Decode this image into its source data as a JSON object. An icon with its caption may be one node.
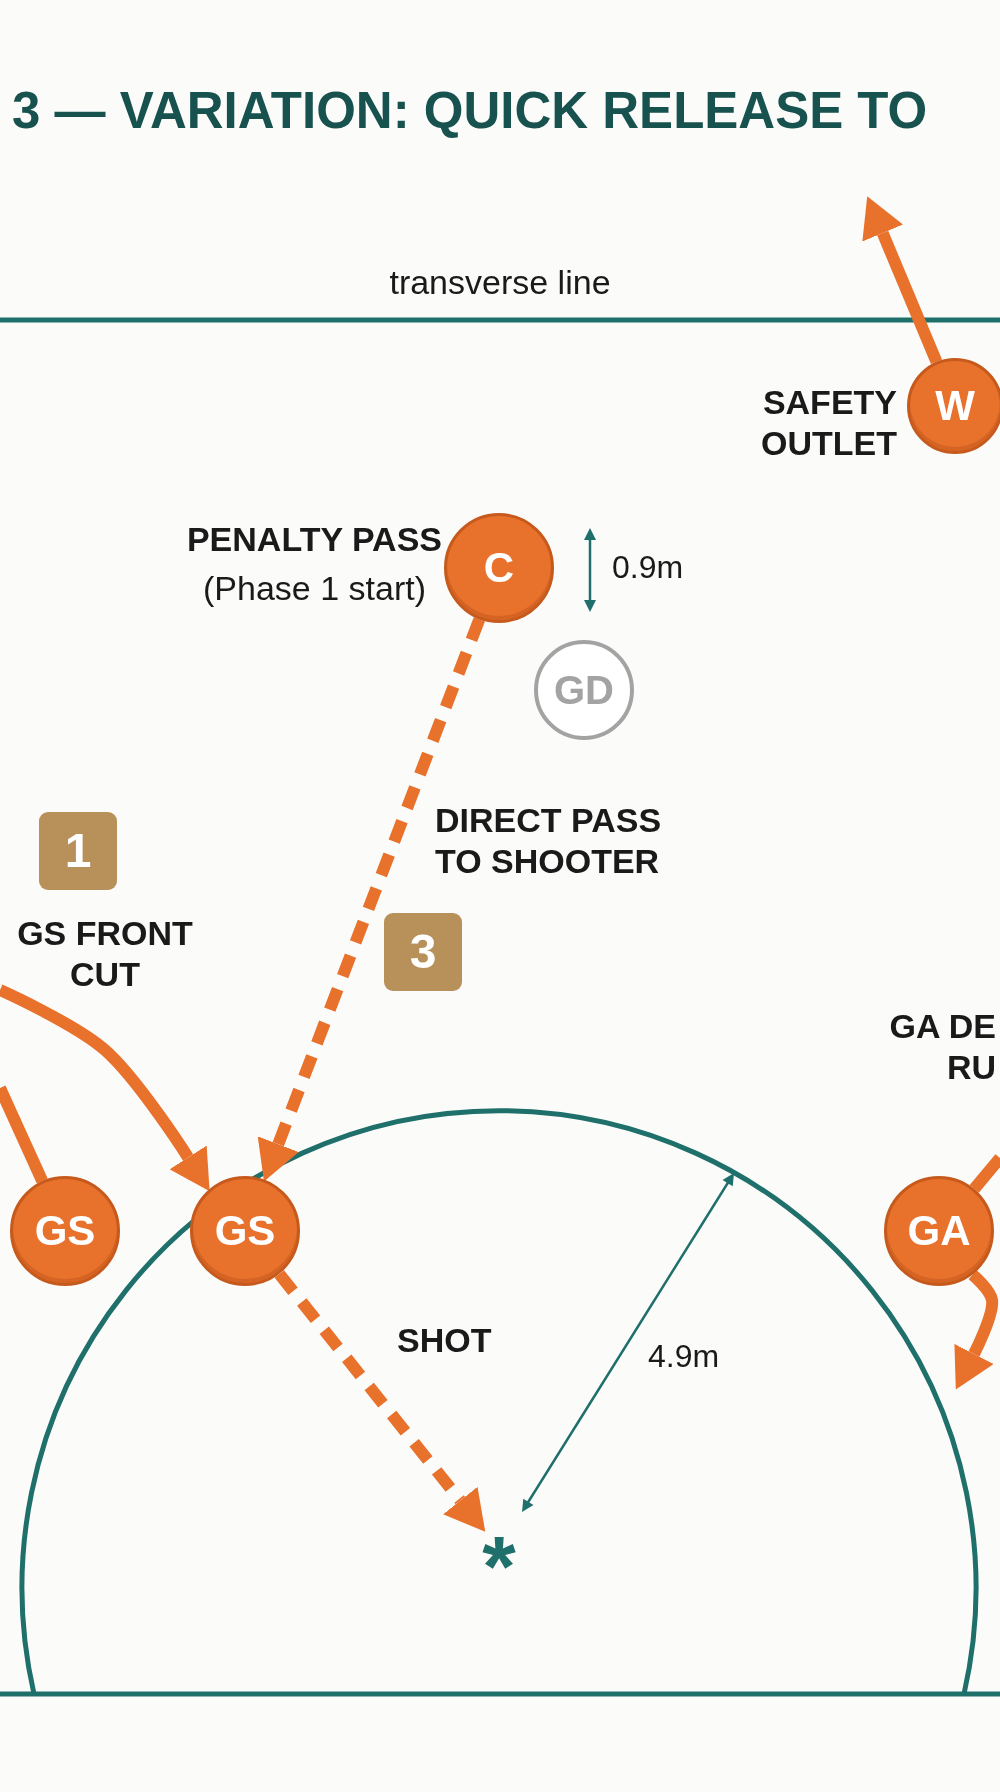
{
  "diagram": {
    "title": "3 — VARIATION: QUICK RELEASE TO",
    "nodes": [
      {
        "text": [
          "W"
        ],
        "beside": [
          "SAFETY OUTLET"
        ]
      },
      {
        "text": [
          "C"
        ],
        "beside": [
          "PENALTY PASS",
          "(Phase 1 start)"
        ]
      },
      {
        "text": [
          "GD"
        ]
      },
      {
        "text": [
          "1"
        ]
      },
      {
        "text": [
          "3"
        ]
      },
      {
        "text": [
          "GS"
        ]
      },
      {
        "text": [
          "GS"
        ]
      },
      {
        "text": [
          "GA"
        ]
      },
      {
        "text": [
          "*"
        ]
      }
    ],
    "edges": [
      {
        "from": 0,
        "to": null,
        "arrow": "to"
      },
      {
        "from": 1,
        "to": 6,
        "arrow": "to",
        "style": "dashed",
        "label": "DIRECT PASS TO SHOOTER"
      },
      {
        "from": null,
        "to": 6,
        "arrow": "to",
        "label": "GS FRONT CUT"
      },
      {
        "from": 5,
        "to": null,
        "arrow": "none"
      },
      {
        "from": 6,
        "to": 8,
        "arrow": "to",
        "style": "dashed",
        "label": "SHOT"
      },
      {
        "from": 7,
        "to": null,
        "arrow": "none"
      },
      {
        "from": 7,
        "to": null,
        "arrow": "to"
      }
    ],
    "labels": [
      "transverse line",
      "0.9m",
      "GA DE RU",
      "4.9m"
    ]
  }
}
